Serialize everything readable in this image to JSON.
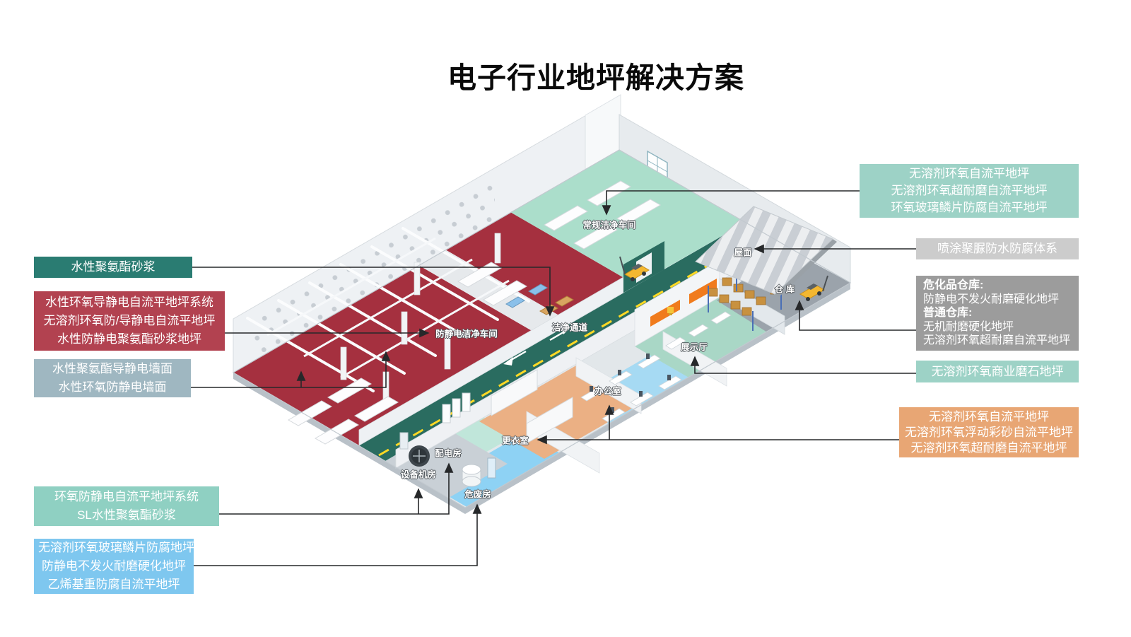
{
  "title": "电子行业地坪解决方案",
  "callouts": {
    "left": [
      {
        "name": "waterborne-pu-mortar",
        "color": "#2a7c72",
        "lines": [
          "水性聚氨酯砂浆"
        ]
      },
      {
        "name": "esd-selfleveling-system",
        "color": "#b24250",
        "lines": [
          "水性环氧导静电自流平地坪系统",
          "无溶剂环氧防/导静电自流平地坪",
          "水性防静电聚氨酯砂浆地坪"
        ]
      },
      {
        "name": "antistatic-walls",
        "color": "#9fb7c1",
        "lines": [
          "水性聚氨酯导静电墙面",
          "水性环氧防静电墙面"
        ]
      },
      {
        "name": "epoxy-antistatic-sl",
        "color": "#8fd0c2",
        "lines": [
          "环氧防静电自流平地坪系统",
          "SL水性聚氨酯砂浆"
        ]
      },
      {
        "name": "glass-flake-anticorrosion",
        "color": "#7ec7ef",
        "lines": [
          "无溶剂环氧玻璃鳞片防腐地坪",
          "防静电不发火耐磨硬化地坪",
          "乙烯基重防腐自流平地坪"
        ]
      }
    ],
    "right": [
      {
        "name": "solventfree-selfleveling",
        "color": "#9dd2c6",
        "lines": [
          "无溶剂环氧自流平地坪",
          "无溶剂环氧超耐磨自流平地坪",
          "环氧玻璃鳞片防腐自流平地坪"
        ]
      },
      {
        "name": "polyurea-roof",
        "color": "#cccccc",
        "lines": [
          "喷涂聚脲防水防腐体系"
        ]
      },
      {
        "name": "warehouse-systems",
        "color": "#9c9c9c",
        "lines": [
          "危化品仓库:",
          "防静电不发火耐磨硬化地坪",
          "普通仓库:",
          "无机耐磨硬化地坪",
          "无溶剂环氧超耐磨自流平地坪"
        ]
      },
      {
        "name": "commercial-terrazzo",
        "color": "#9dd2c6",
        "lines": [
          "无溶剂环氧商业磨石地坪"
        ]
      },
      {
        "name": "colored-sand-selfleveling",
        "color": "#e8a674",
        "lines": [
          "无溶剂环氧自流平地坪",
          "无溶剂环氧浮动彩砂自流平地坪",
          "无溶剂环氧超耐磨自流平地坪"
        ]
      }
    ]
  },
  "building": {
    "labels": {
      "regular_clean_room": "常规洁净车间",
      "roof": "屋面",
      "warehouse": "仓 库",
      "esd_clean_room": "防静电洁净车间",
      "clean_corridor": "洁净通道",
      "exhibition_hall": "展示厅",
      "office": "办公室",
      "changing_room": "更衣室",
      "power_room": "配电房",
      "equipment_room": "设备机房",
      "waste_room": "危废房"
    }
  },
  "colors": {
    "corridor": "#2a6c60",
    "clean_room_red": "#a5303f",
    "regular_clean_green": "#abdecb",
    "office_blue": "#a6daf3",
    "waste_blue": "#8ed2f4",
    "changing_orange": "#ebb084",
    "exhibit_mint": "#a9d7c6",
    "warehouse_gray": "#9ba3ab",
    "corridor_dash_yellow": "#ffd924",
    "banner_orange": "#f07b1d",
    "connector_line": "#26282a"
  }
}
